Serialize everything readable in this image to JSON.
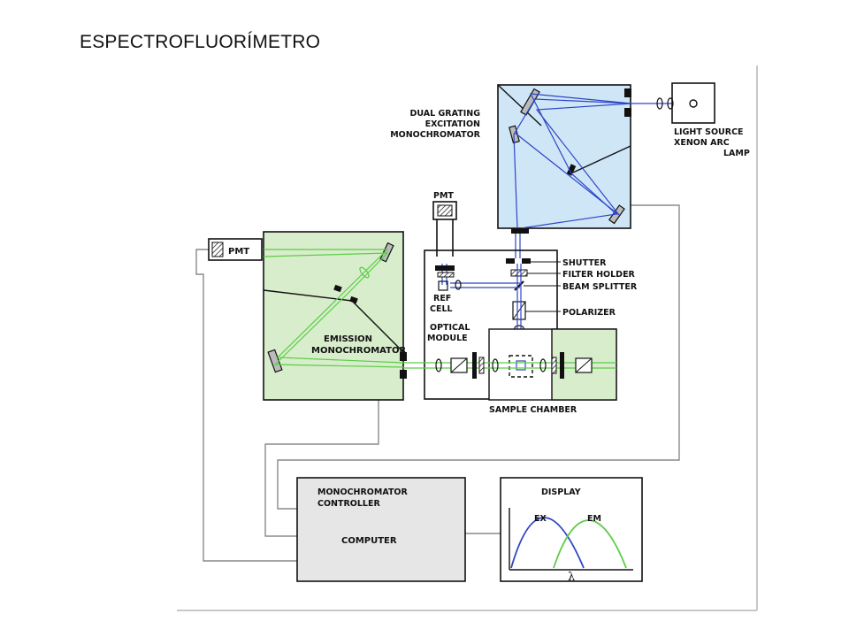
{
  "slide": {
    "title": "ESPECTROFLUORÍMETRO"
  },
  "labels": {
    "excitation_mono": [
      "DUAL GRATING",
      "EXCITATION",
      "MONOCHROMATOR"
    ],
    "light_source": [
      "LIGHT SOURCE",
      "XENON ARC",
      "LAMP"
    ],
    "pmt_ref": "PMT",
    "pmt_emission": "PMT",
    "shutter": "SHUTTER",
    "filter_holder": "FILTER HOLDER",
    "beam_splitter": "BEAM SPLITTER",
    "polarizer": "POLARIZER",
    "ref_cell": [
      "REF",
      "CELL"
    ],
    "optical_module": [
      "OPTICAL",
      "MODULE"
    ],
    "emission_mono": [
      "EMISSION",
      "MONOCHROMATOR"
    ],
    "sample_chamber": "SAMPLE CHAMBER",
    "controller": [
      "MONOCHROMATOR",
      "CONTROLLER"
    ],
    "computer": "COMPUTER",
    "display": "DISPLAY",
    "ex": "EX",
    "em": "EM",
    "lambda": "λ"
  },
  "colors": {
    "excitation_fill": "#cfe6f7",
    "emission_fill": "#d8edcb",
    "excitation_beam": "#2f45c8",
    "emission_beam": "#5dcc48",
    "controller_fill": "#e6e6e6",
    "wire": "#8a8a8a"
  }
}
